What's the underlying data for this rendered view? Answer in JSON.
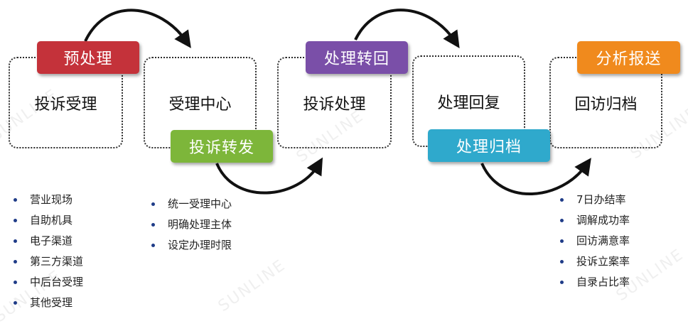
{
  "stages": [
    {
      "label": "投诉受理"
    },
    {
      "label": "受理中心"
    },
    {
      "label": "投诉处理"
    },
    {
      "label": "处理回复"
    },
    {
      "label": "回访归档"
    }
  ],
  "tags": [
    {
      "label": "预处理",
      "color": "#c4323a"
    },
    {
      "label": "投诉转发",
      "color": "#7db63a"
    },
    {
      "label": "处理转回",
      "color": "#7a4fa8"
    },
    {
      "label": "处理归档",
      "color": "#2fa9cc"
    },
    {
      "label": "分析报送",
      "color": "#f08a1d"
    }
  ],
  "lists": {
    "left": [
      "营业现场",
      "自助机具",
      "电子渠道",
      "第三方渠道",
      "中后台受理",
      "其他受理"
    ],
    "middle": [
      "统一受理中心",
      "明确处理主体",
      "设定办理时限"
    ],
    "right": [
      "7日办结率",
      "调解成功率",
      "回访满意率",
      "投诉立案率",
      "自录占比率"
    ]
  },
  "watermark": "SUNLINE"
}
